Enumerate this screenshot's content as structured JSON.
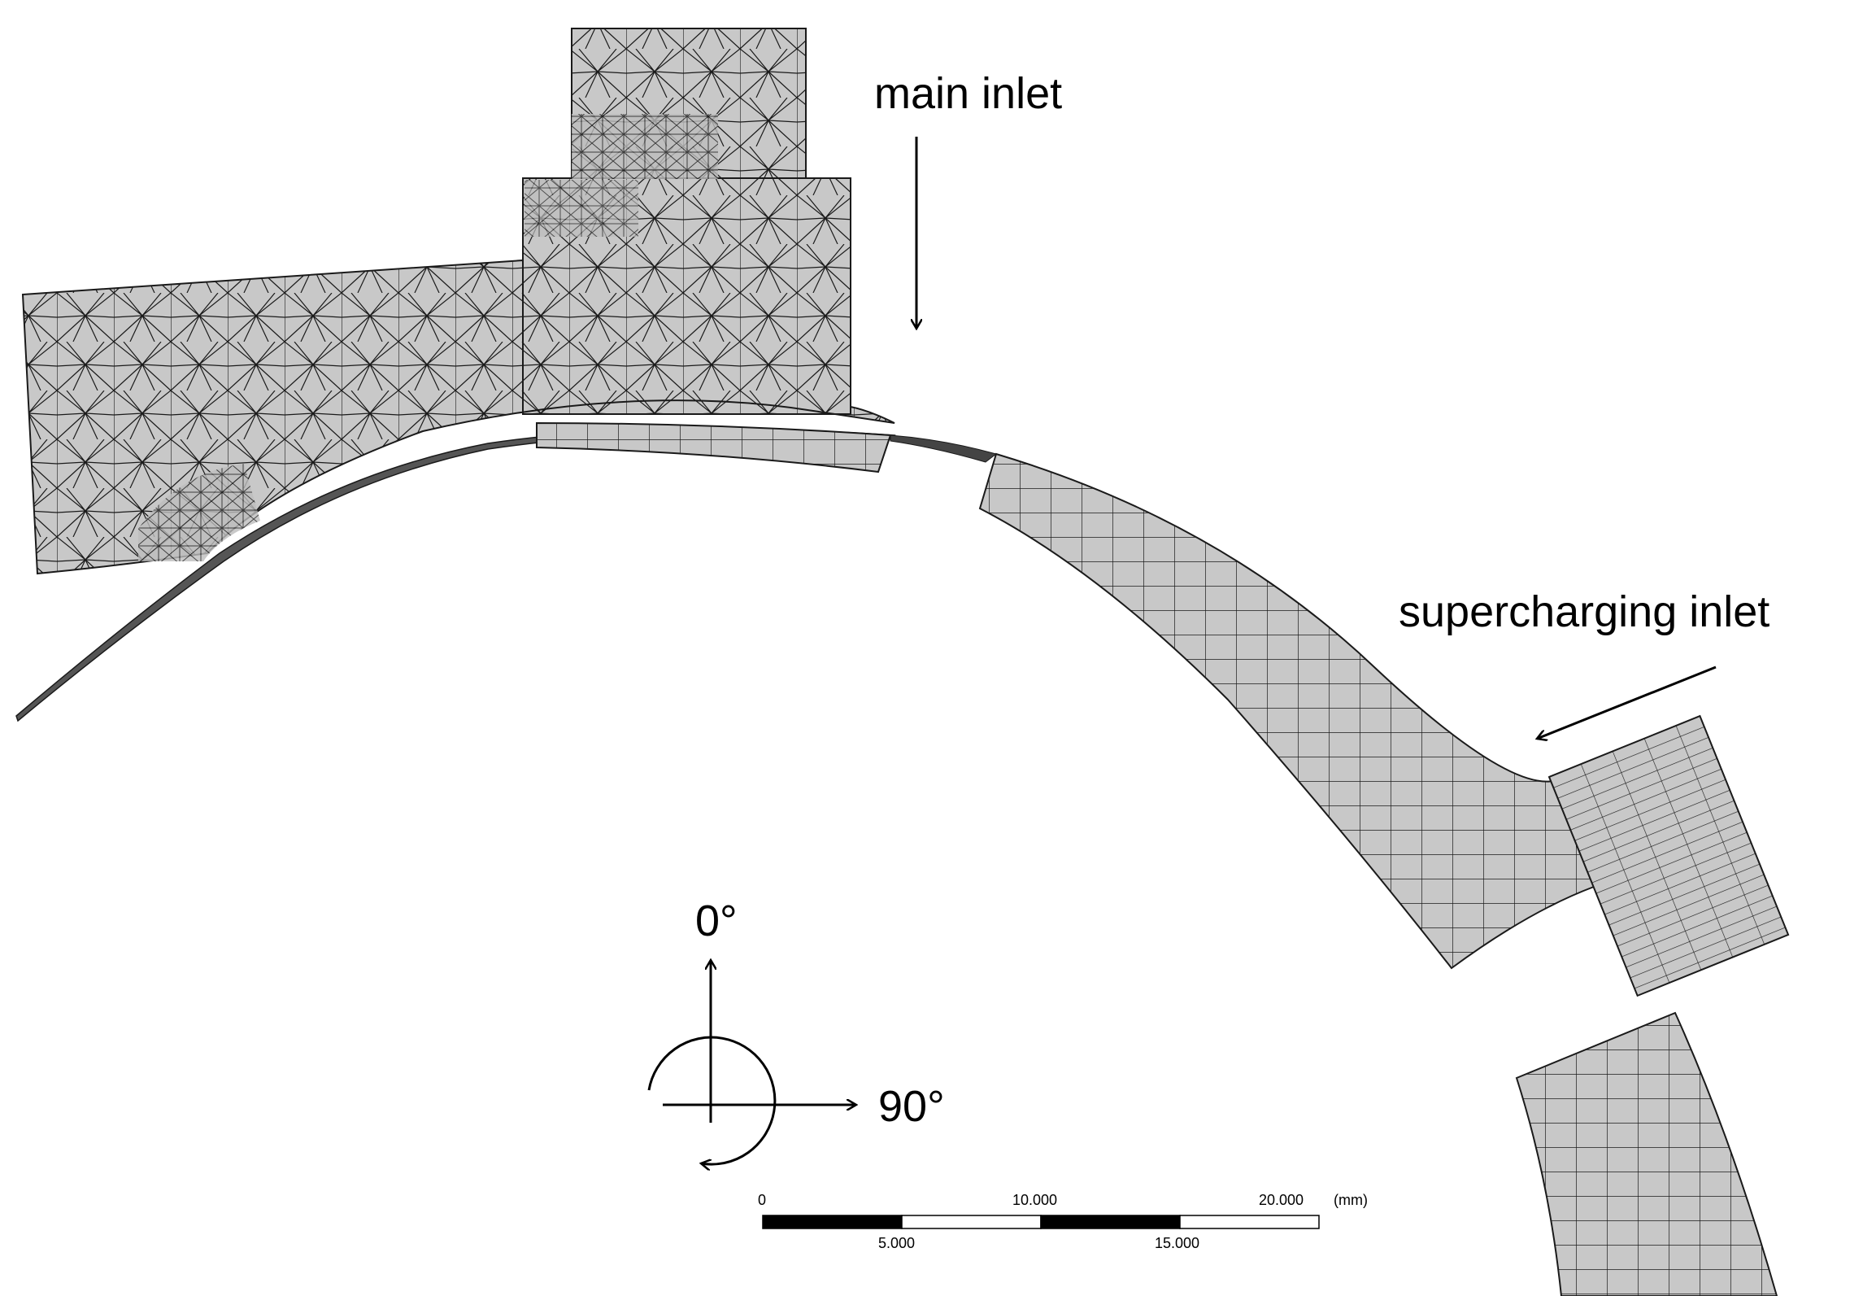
{
  "labels": {
    "main_inlet": "main inlet",
    "supercharging_inlet": "supercharging inlet",
    "angle_0": "0°",
    "angle_90": "90°"
  },
  "scale_bar": {
    "ticks_top": [
      "0",
      "10.000",
      "20.000"
    ],
    "ticks_bottom": [
      "5.000",
      "15.000"
    ],
    "unit": "(mm)"
  },
  "colors": {
    "mesh_fill": "#c8c8c8",
    "mesh_line": "#1a1a1a",
    "background": "#ffffff"
  }
}
